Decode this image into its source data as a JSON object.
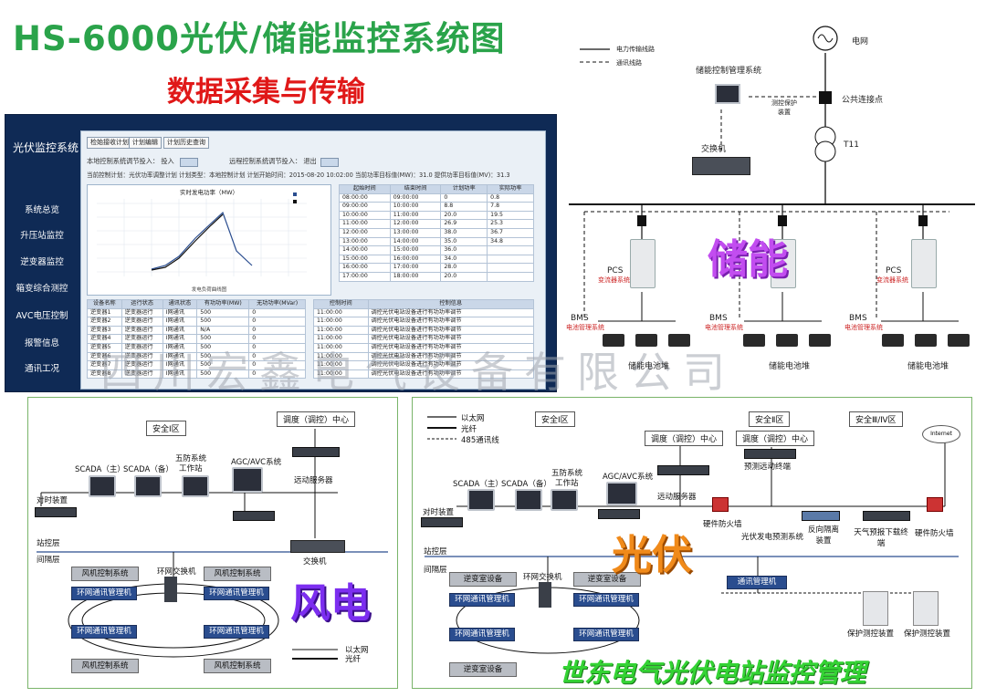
{
  "header": {
    "title": "HS-6000光伏/储能监控系统图",
    "subtitle": "数据采集与传输"
  },
  "scada": {
    "app_title": "光伏监控系统",
    "menu": [
      "系统总览",
      "升压站监控",
      "逆变器监控",
      "箱变综合测控",
      "AVC电压控制",
      "报警信息",
      "通讯工况"
    ],
    "buttons": [
      "检始接收计划",
      "计划编辑",
      "计划历史查询"
    ],
    "line1_left": "本地控制系统调节投入：  投入",
    "line1_right": "远程控制系统调节投入：  退出",
    "line2": "当前控制计划：光伏功率调整计划    计划类型：本地控制计划    计划开始时间：2015-08-20 10:02:00    当前功率目标值(MW)：31.0    提供功率目标值(MV)：31.3",
    "chart_title": "实时发电功率（MW）",
    "chart_caption": "发电负荷曲线图",
    "table1_headers": [
      "起始时间",
      "结束时间",
      "计划功率",
      "实际功率"
    ],
    "table1_rows": [
      [
        "08:00:00",
        "09:00:00",
        "0",
        "0.8"
      ],
      [
        "09:00:00",
        "10:00:00",
        "8.8",
        "7.8"
      ],
      [
        "10:00:00",
        "11:00:00",
        "20.0",
        "19.5"
      ],
      [
        "11:00:00",
        "12:00:00",
        "26.9",
        "25.3"
      ],
      [
        "12:00:00",
        "13:00:00",
        "38.0",
        "36.7"
      ],
      [
        "13:00:00",
        "14:00:00",
        "35.0",
        "34.8"
      ],
      [
        "14:00:00",
        "15:00:00",
        "36.0",
        ""
      ],
      [
        "15:00:00",
        "16:00:00",
        "34.0",
        ""
      ],
      [
        "16:00:00",
        "17:00:00",
        "28.0",
        ""
      ],
      [
        "17:00:00",
        "18:00:00",
        "20.0",
        ""
      ]
    ],
    "table2_headers": [
      "设备名称",
      "运行状态",
      "通讯状态",
      "有功功率(MW)",
      "无功功率(MVar)"
    ],
    "table2_rows": [
      [
        "逆变器1",
        "逆变器运行",
        "Ⅰ网通讯",
        "500",
        "0"
      ],
      [
        "逆变器2",
        "逆变器运行",
        "Ⅰ网通讯",
        "500",
        "0"
      ],
      [
        "逆变器3",
        "逆变器运行",
        "Ⅰ网通讯",
        "N/A",
        "0"
      ],
      [
        "逆变器4",
        "逆变器运行",
        "Ⅰ网通讯",
        "500",
        "0"
      ],
      [
        "逆变器5",
        "逆变器运行",
        "Ⅰ网通讯",
        "500",
        "0"
      ],
      [
        "逆变器6",
        "逆变器运行",
        "Ⅰ网通讯",
        "500",
        "0"
      ],
      [
        "逆变器7",
        "逆变器运行",
        "Ⅰ网通讯",
        "500",
        "0"
      ],
      [
        "逆变器8",
        "逆变器运行",
        "Ⅰ网通讯",
        "500",
        "0"
      ]
    ],
    "table3_headers": [
      "控制时间",
      "控制信息"
    ],
    "table3_rows": [
      [
        "11:00:00",
        "调控光伏电站设备进行有功功率调节"
      ],
      [
        "11:00:00",
        "调控光伏电站设备进行有功功率调节"
      ],
      [
        "11:00:00",
        "调控光伏电站设备进行有功功率调节"
      ],
      [
        "11:00:00",
        "调控光伏电站设备进行有功功率调节"
      ],
      [
        "11:00:00",
        "调控光伏电站设备进行有功功率调节"
      ],
      [
        "11:00:00",
        "调控光伏电站设备进行有功功率调节"
      ],
      [
        "11:00:00",
        "调控光伏电站设备进行有功功率调节"
      ],
      [
        "11:00:00",
        "调控光伏电站设备进行有功功率调节"
      ]
    ],
    "watermark": "四川宏鑫电气设备有限公司"
  },
  "storage": {
    "legend_power": "电力传输线路",
    "legend_comm": "通讯线路",
    "grid": "电网",
    "mgmt": "储能控制管理系统",
    "relay": "测控保护装置",
    "pcc": "公共连接点",
    "transformer": "T11",
    "switch": "交换机",
    "pcs": "PCS",
    "pcs_sub": "变流器系统",
    "bms": "BMS",
    "bms_sub": "电池管理系统",
    "battery": "储能电池堆",
    "big_label": "储能"
  },
  "wind": {
    "zone1": "安全Ⅰ区",
    "dispatch": "调度（调控）中心",
    "scada_main": "SCADA（主）",
    "scada_backup": "SCADA（备）",
    "five_defense": "五防系统",
    "workstation": "工作站",
    "agc": "AGC/AVC系统",
    "time_sync": "对时装置",
    "remote_server": "远动服务器",
    "station_layer": "站控层",
    "bay_layer": "间隔层",
    "switch": "交换机",
    "ring_switch": "环网交换机",
    "fan_ctrl": "风机控制系统",
    "ring_comm": "环网通讯管理机",
    "legend_eth": "以太网",
    "legend_fiber": "光纤",
    "big_label": "风电"
  },
  "pv": {
    "legend_eth": "以太网",
    "legend_fiber": "光纤",
    "legend_485": "485通讯线",
    "zone1": "安全Ⅰ区",
    "zone2": "安全Ⅱ区",
    "zone34": "安全Ⅲ/Ⅳ区",
    "dispatch1": "调度（调控）中心",
    "dispatch2": "调度（调控）中心",
    "internet": "Internet",
    "scada_main": "SCADA（主）",
    "scada_backup": "SCADA（备）",
    "five_defense": "五防系统",
    "workstation": "工作站",
    "agc": "AGC/AVC系统",
    "time_sync": "对时装置",
    "remote_server": "远动服务器",
    "forecast_terminal": "预测远动终端",
    "firewall_hw": "硬件防火墙",
    "pv_forecast": "光伏发电预测系统",
    "reverse_iso": "反向隔离装置",
    "weather_terminal": "天气预报下载终端",
    "firewall_hw2": "硬件防火墙",
    "station_layer": "站控层",
    "bay_layer": "间隔层",
    "ring_switch": "环网交换机",
    "inverter_room": "逆变室设备",
    "ring_comm": "环网通讯管理机",
    "comm_mgr": "通讯管理机",
    "protection": "保护测控装置",
    "big_label": "光伏"
  },
  "banner": "世东电气光伏电站监控管理"
}
